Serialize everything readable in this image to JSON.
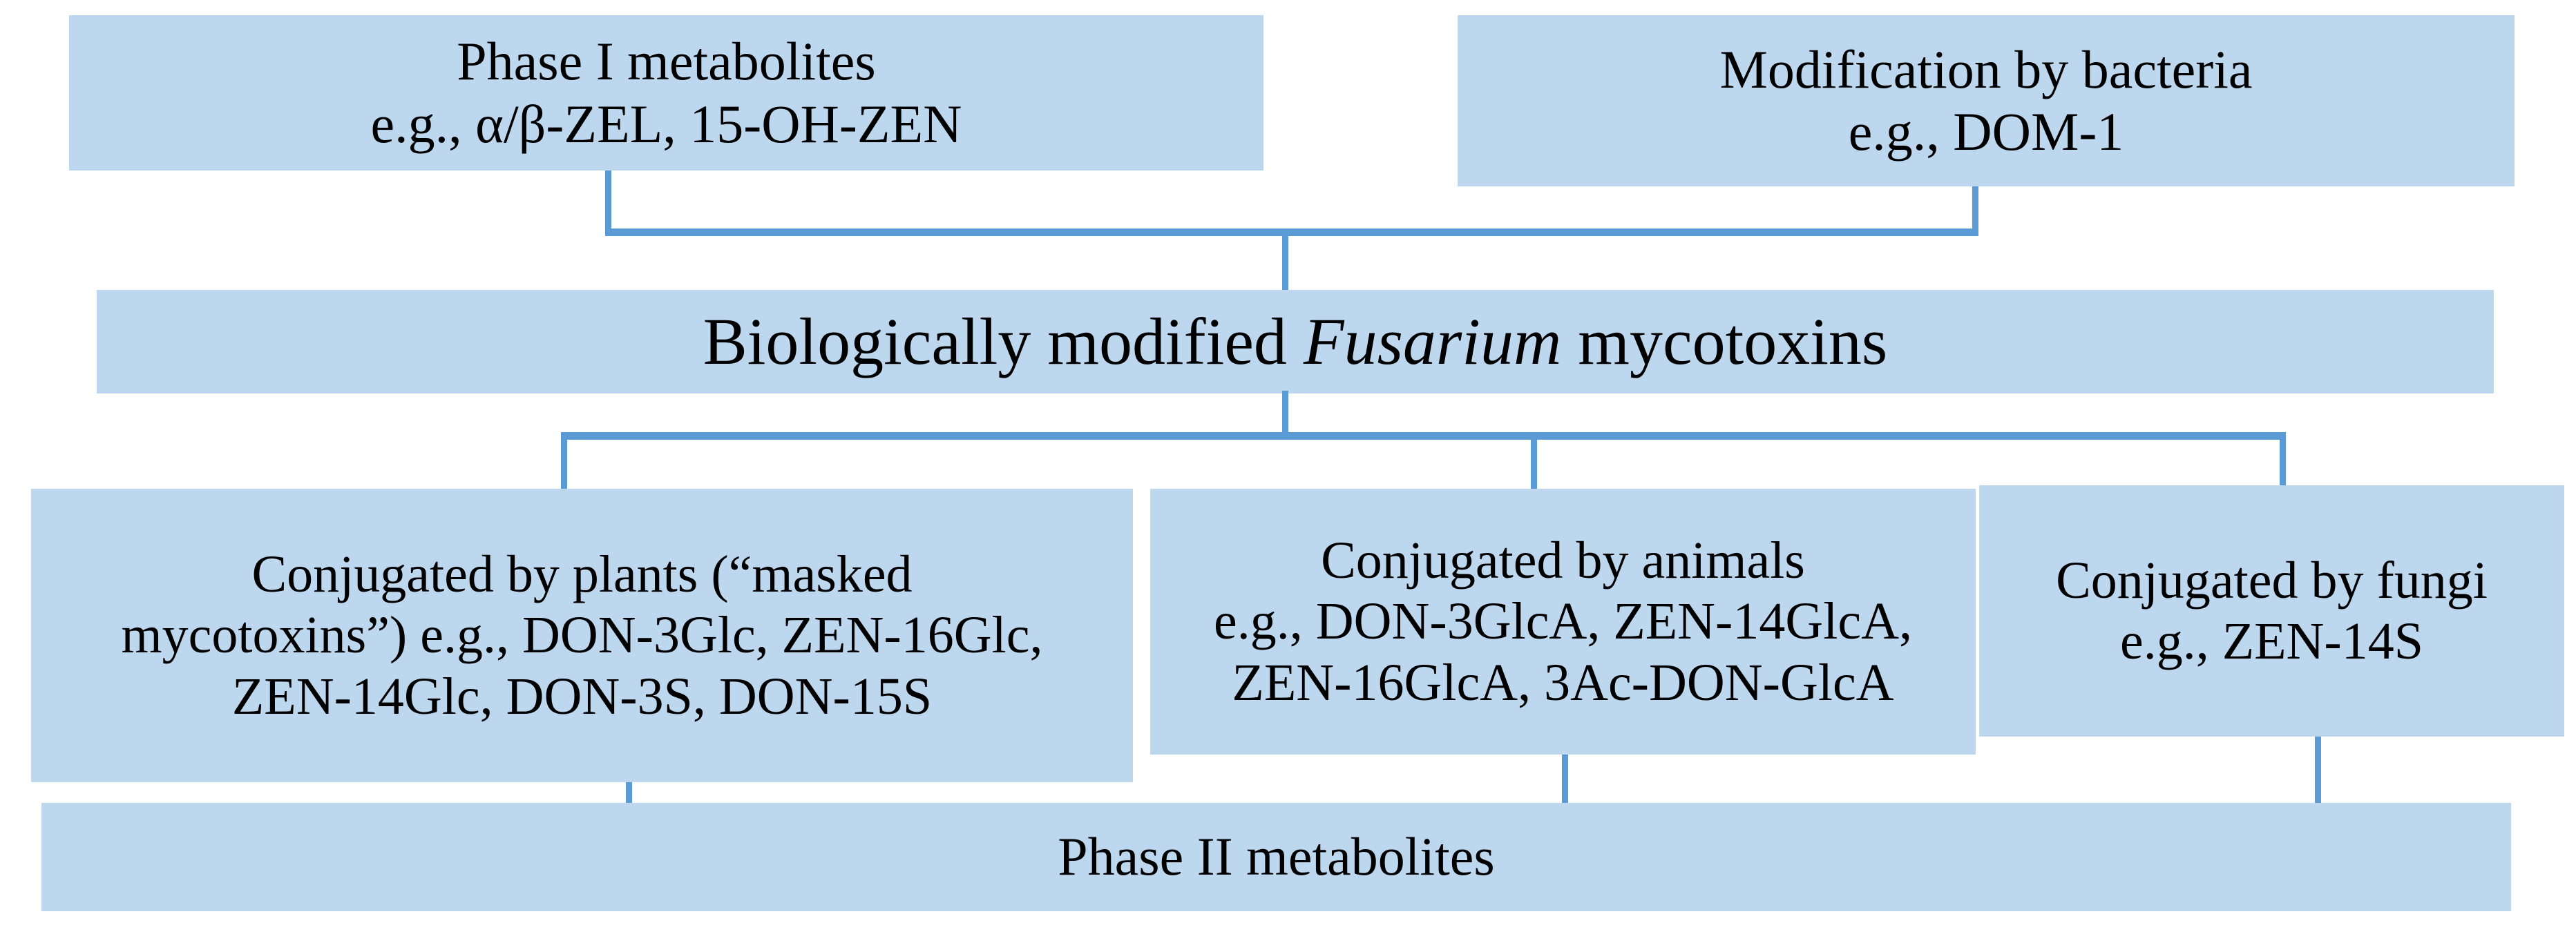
{
  "diagram": {
    "title": "Biologically modified Fusarium mycotoxins",
    "colors": {
      "node_fill": "#bdd7ee",
      "connector": "#5b9bd5",
      "text": "#000000",
      "background": "#ffffff"
    }
  },
  "nodes": {
    "phase1": {
      "line1": "Phase I metabolites",
      "line2": "e.g., α/β-ZEL, 15-OH-ZEN"
    },
    "bacteria": {
      "line1": "Modification by bacteria",
      "line2": "e.g., DOM-1"
    },
    "title": {
      "prefix": "Biologically modified ",
      "emphasis": "Fusarium",
      "suffix": " mycotoxins"
    },
    "plants": {
      "line1": "Conjugated by plants (“masked",
      "line2": "mycotoxins”) e.g., DON-3Glc, ZEN-16Glc,",
      "line3": "ZEN-14Glc, DON-3S, DON-15S"
    },
    "animals": {
      "line1": "Conjugated by animals",
      "line2": "e.g., DON-3GlcA, ZEN-14GlcA,",
      "line3": "ZEN-16GlcA, 3Ac-DON-GlcA"
    },
    "fungi": {
      "line1": "Conjugated by fungi",
      "line2": "e.g., ZEN-14S"
    },
    "phase2": {
      "line1": "Phase II metabolites"
    }
  }
}
